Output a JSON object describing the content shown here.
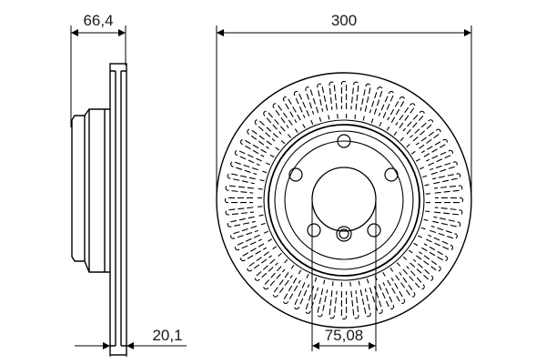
{
  "diagram": {
    "type": "technical-drawing",
    "subject": "ventilated brake disc",
    "views": [
      "side-section",
      "front"
    ],
    "dimensions": {
      "hub_height": "66,4",
      "diameter": "300",
      "thickness": "20,1",
      "center_bore": "75,08"
    },
    "bolt_holes": 5,
    "locating_holes": 1,
    "vent_slots": 60
  }
}
